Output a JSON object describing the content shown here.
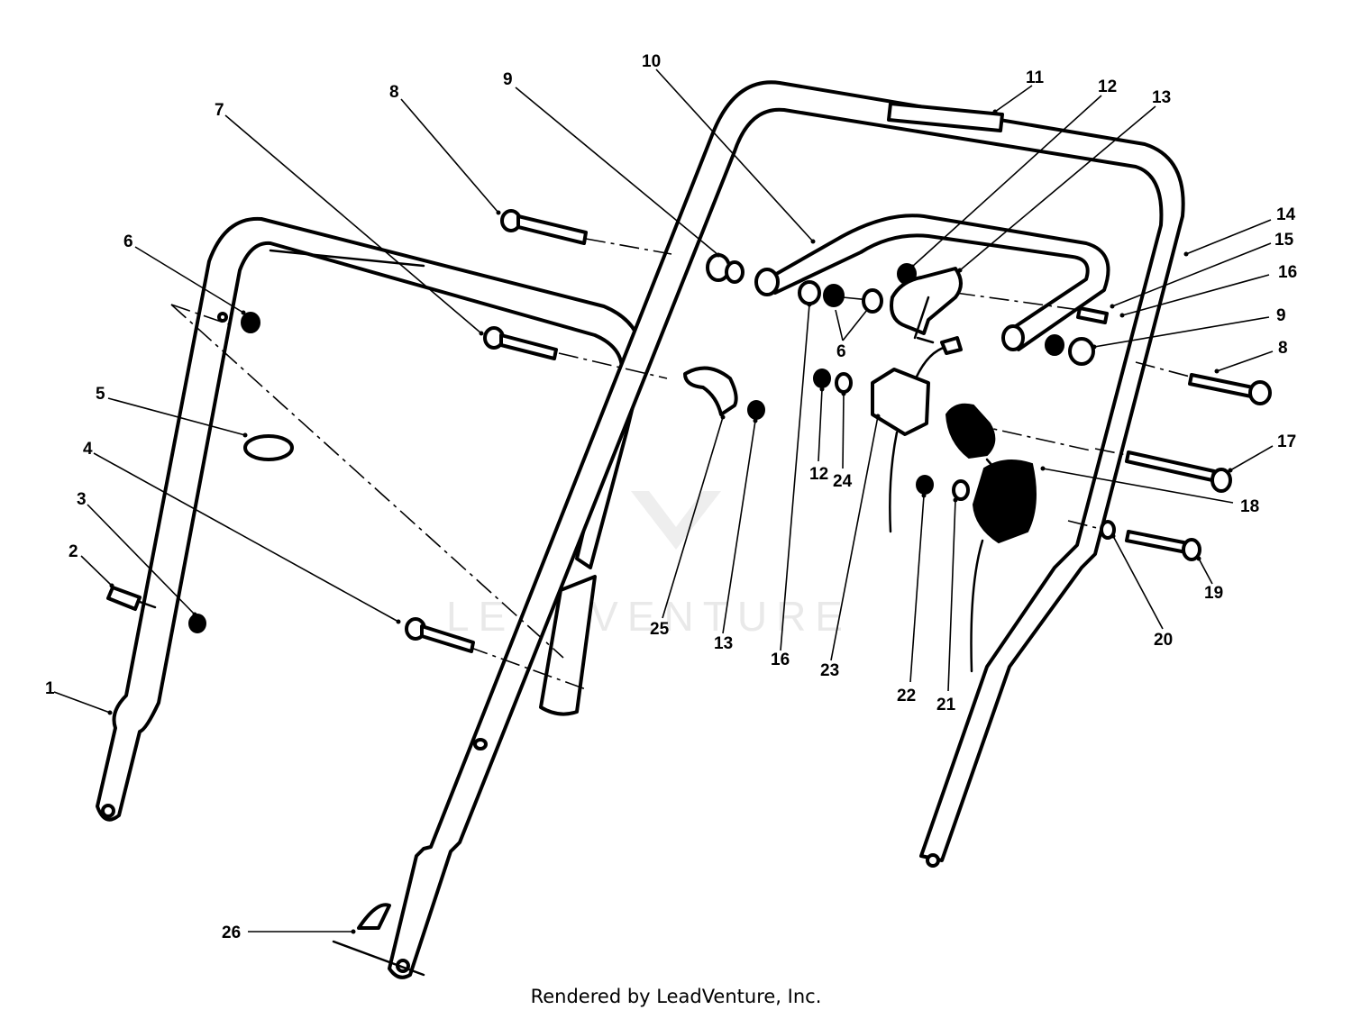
{
  "watermark": "LEADVENTURE",
  "footer": "Rendered by LeadVenture, Inc.",
  "callouts": {
    "c1": "1",
    "c2": "2",
    "c3": "3",
    "c4": "4",
    "c5": "5",
    "c6a": "6",
    "c6b": "6",
    "c7": "7",
    "c8a": "8",
    "c8b": "8",
    "c9a": "9",
    "c9b": "9",
    "c10": "10",
    "c11": "11",
    "c12a": "12",
    "c12b": "12",
    "c13a": "13",
    "c13b": "13",
    "c14": "14",
    "c15": "15",
    "c16a": "16",
    "c16b": "16",
    "c17": "17",
    "c18": "18",
    "c19": "19",
    "c20": "20",
    "c21": "21",
    "c22": "22",
    "c23": "23",
    "c24": "24",
    "c25": "25",
    "c26": "26"
  }
}
